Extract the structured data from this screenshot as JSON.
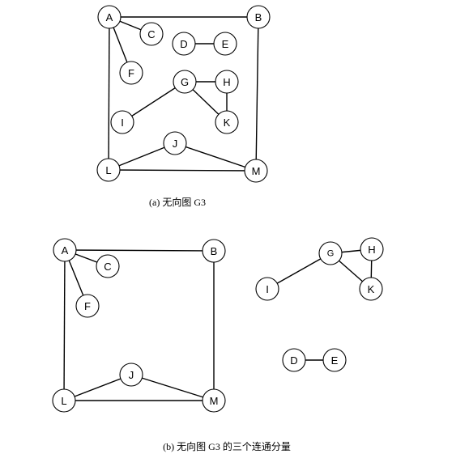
{
  "figure_a": {
    "caption": "(a) 无向图 G3",
    "nodes": [
      {
        "id": "A",
        "label": "A"
      },
      {
        "id": "B",
        "label": "B"
      },
      {
        "id": "C",
        "label": "C"
      },
      {
        "id": "D",
        "label": "D"
      },
      {
        "id": "E",
        "label": "E"
      },
      {
        "id": "F",
        "label": "F"
      },
      {
        "id": "G",
        "label": "G"
      },
      {
        "id": "H",
        "label": "H"
      },
      {
        "id": "I",
        "label": "I"
      },
      {
        "id": "K",
        "label": "K"
      },
      {
        "id": "J",
        "label": "J"
      },
      {
        "id": "L",
        "label": "L"
      },
      {
        "id": "M",
        "label": "M"
      }
    ],
    "edges": [
      [
        "A",
        "B"
      ],
      [
        "A",
        "C"
      ],
      [
        "A",
        "F"
      ],
      [
        "A",
        "L"
      ],
      [
        "B",
        "M"
      ],
      [
        "D",
        "E"
      ],
      [
        "G",
        "H"
      ],
      [
        "G",
        "I"
      ],
      [
        "G",
        "K"
      ],
      [
        "H",
        "K"
      ],
      [
        "L",
        "J"
      ],
      [
        "J",
        "M"
      ],
      [
        "L",
        "M"
      ]
    ]
  },
  "figure_b": {
    "caption": "(b) 无向图 G3 的三个连通分量",
    "nodes": [
      {
        "id": "A",
        "label": "A"
      },
      {
        "id": "B",
        "label": "B"
      },
      {
        "id": "C",
        "label": "C"
      },
      {
        "id": "F",
        "label": "F"
      },
      {
        "id": "J",
        "label": "J"
      },
      {
        "id": "L",
        "label": "L"
      },
      {
        "id": "M",
        "label": "M"
      },
      {
        "id": "G",
        "label": "G"
      },
      {
        "id": "H",
        "label": "H"
      },
      {
        "id": "I",
        "label": "I"
      },
      {
        "id": "K",
        "label": "K"
      },
      {
        "id": "D",
        "label": "D"
      },
      {
        "id": "E",
        "label": "E"
      }
    ],
    "edges": [
      [
        "A",
        "B"
      ],
      [
        "A",
        "C"
      ],
      [
        "A",
        "F"
      ],
      [
        "A",
        "L"
      ],
      [
        "B",
        "M"
      ],
      [
        "L",
        "J"
      ],
      [
        "J",
        "M"
      ],
      [
        "L",
        "M"
      ],
      [
        "G",
        "H"
      ],
      [
        "G",
        "I"
      ],
      [
        "G",
        "K"
      ],
      [
        "H",
        "K"
      ],
      [
        "D",
        "E"
      ]
    ]
  }
}
